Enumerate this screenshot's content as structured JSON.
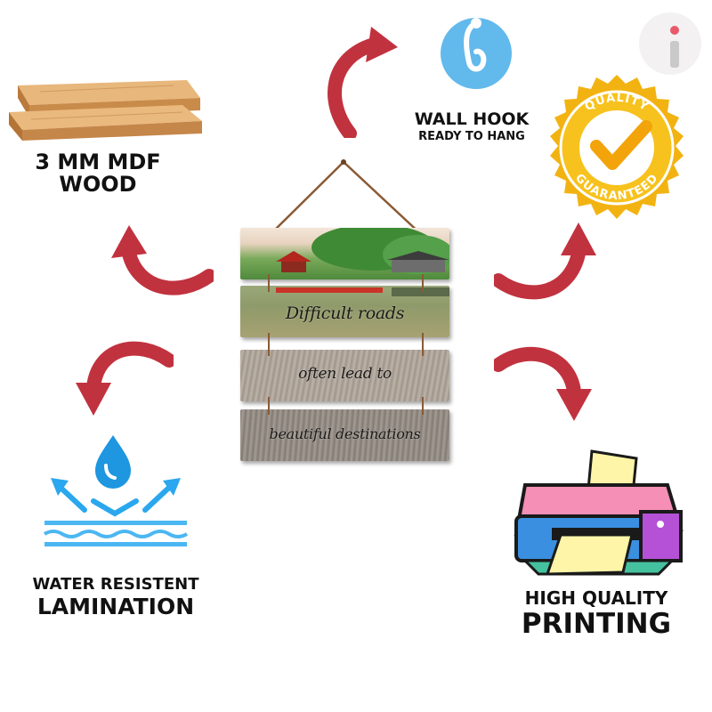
{
  "features": {
    "wood": {
      "line1": "3 MM MDF",
      "line2": "WOOD"
    },
    "hook": {
      "line1": "WALL HOOK",
      "line2": "READY TO HANG"
    },
    "quality_badge": {
      "top": "QUALITY",
      "bottom": "GUARANTEED"
    },
    "lamination": {
      "line1": "WATER RESISTENT",
      "line2": "LAMINATION"
    },
    "printing": {
      "line1": "HIGH QUALITY",
      "line2": "PRINTING"
    }
  },
  "product": {
    "quote_line1": "Difficult roads",
    "quote_line2": "often lead to",
    "quote_line3": "beautiful destinations"
  },
  "brand_logo": {
    "letter": "i"
  },
  "colors": {
    "arrow": "#c1323f",
    "badge_gold": "#f2b312",
    "hook_blue": "#5fb8ec",
    "water_blue": "#1e96e0",
    "wood": "#d8a467"
  }
}
